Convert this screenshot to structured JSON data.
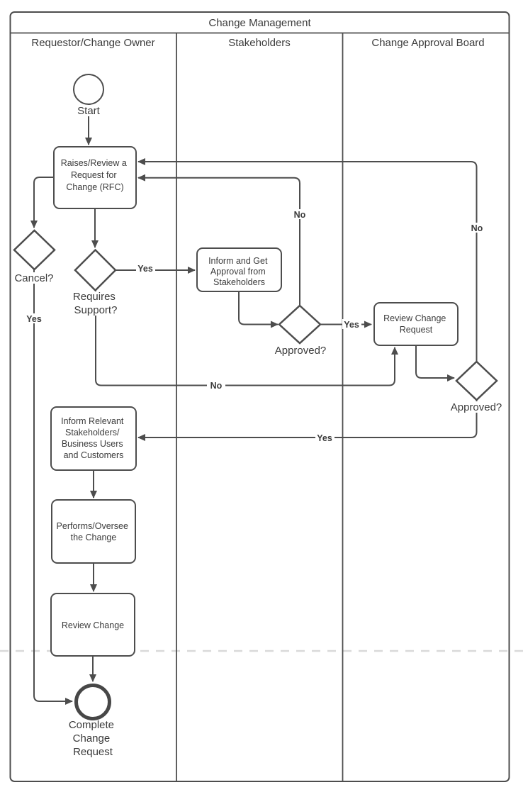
{
  "diagram": {
    "title": "Change Management",
    "lanes": [
      {
        "label": "Requestor/Change Owner"
      },
      {
        "label": "Stakeholders"
      },
      {
        "label": "Change Approval Board"
      }
    ],
    "nodes": {
      "start": {
        "type": "start-event",
        "label": "Start"
      },
      "rfc": {
        "type": "process",
        "lines": [
          "Raises/Review a",
          "Request for",
          "Change (RFC)"
        ]
      },
      "cancel": {
        "type": "decision",
        "label": "Cancel?"
      },
      "requires_support": {
        "type": "decision",
        "lines": [
          "Requires",
          "Support?"
        ]
      },
      "inform_get_approval": {
        "type": "process",
        "lines": [
          "Inform and Get",
          "Approval from",
          "Stakeholders"
        ]
      },
      "approved_stakeholders": {
        "type": "decision",
        "label": "Approved?"
      },
      "review_change_request": {
        "type": "process",
        "lines": [
          "Review Change",
          "Request"
        ]
      },
      "approved_board": {
        "type": "decision",
        "label": "Approved?"
      },
      "inform_relevant": {
        "type": "process",
        "lines": [
          "Inform Relevant",
          "Stakeholders/",
          "Business Users",
          "and Customers"
        ]
      },
      "performs_change": {
        "type": "process",
        "lines": [
          "Performs/Oversee",
          "the Change"
        ]
      },
      "review_change": {
        "type": "process",
        "label": "Review Change"
      },
      "end": {
        "type": "end-event",
        "lines": [
          "Complete",
          "Change",
          "Request"
        ]
      }
    },
    "edge_labels": {
      "cancel_yes": "Yes",
      "support_yes": "Yes",
      "support_no": "No",
      "stakeholder_approved_yes": "Yes",
      "stakeholder_approved_no": "No",
      "board_approved_yes": "Yes",
      "board_approved_no": "No"
    },
    "colors": {
      "stroke": "#4d4d4d",
      "text": "#3b3b3b",
      "page_break": "#d9d9d9",
      "background": "#ffffff"
    }
  }
}
